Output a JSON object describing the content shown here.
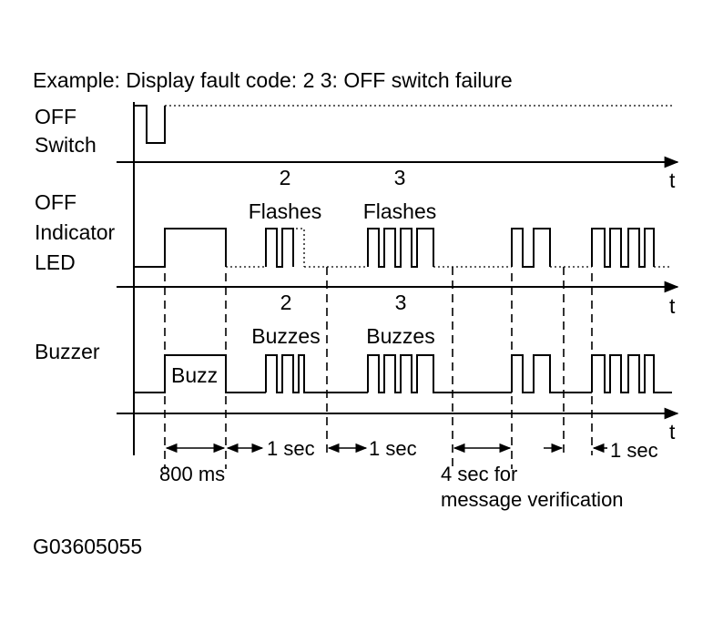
{
  "title": "Example: Display fault code: 2   3: OFF switch failure",
  "rows": {
    "off_switch": [
      "OFF",
      "Switch"
    ],
    "off_led": [
      "OFF",
      "Indicator",
      "LED"
    ],
    "buzzer": [
      "Buzzer"
    ]
  },
  "axis_label": "t",
  "pulse_labels": {
    "led_2": [
      "2",
      "Flashes"
    ],
    "led_3": [
      "3",
      "Flashes"
    ],
    "buz_2": [
      "2",
      "Buzzes"
    ],
    "buz_3": [
      "3",
      "Buzzes"
    ]
  },
  "buzz_box": "Buzz",
  "timing": {
    "ms800": "800 ms",
    "sec1": "1 sec",
    "sec4": [
      "4 sec for",
      "message verification"
    ]
  },
  "figure_id": "G03605055"
}
